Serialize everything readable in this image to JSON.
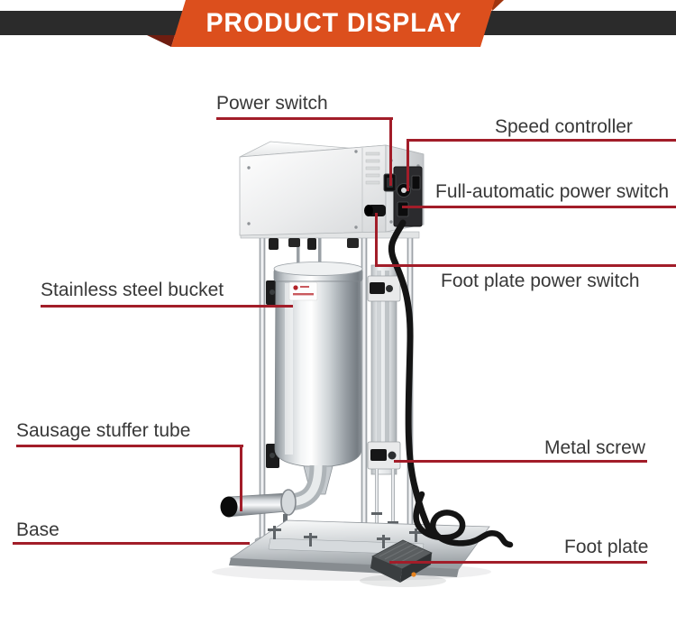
{
  "header": {
    "title": "PRODUCT DISPLAY"
  },
  "colors": {
    "accent_orange": "#dc4f1d",
    "accent_orange_dark": "#a1350f",
    "fold_maroon": "#6f1d10",
    "banner_dark": "#2b2b2b",
    "callout_red": "#a21d29",
    "label_text": "#383838"
  },
  "labels": {
    "power_switch": "Power switch",
    "speed_controller": "Speed controller",
    "full_automatic_power_switch": "Full-automatic power switch",
    "foot_plate_power_switch": "Foot plate power switch",
    "stainless_steel_bucket": "Stainless steel bucket",
    "sausage_stuffer_tube": "Sausage stuffer tube",
    "base": "Base",
    "metal_screw": "Metal screw",
    "foot_plate": "Foot plate"
  }
}
